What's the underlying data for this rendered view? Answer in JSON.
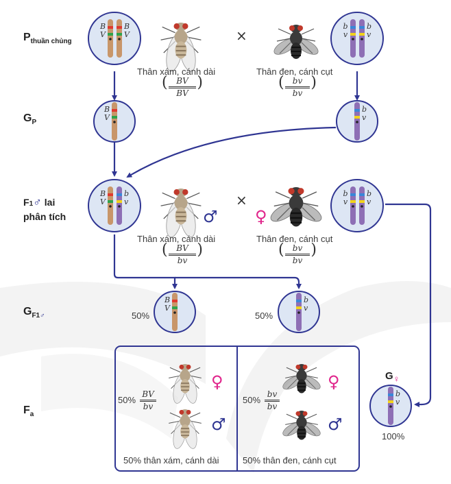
{
  "rows": {
    "p_label": "P",
    "p_sub": "thuần chủng",
    "gp_label": "G",
    "gp_sub": "P",
    "f1_label_a": "F",
    "f1_label_b": "1",
    "f1_label_c": " lai",
    "f1_label_d": "phân tích",
    "gf1_label": "G",
    "gf1_sub": "F1",
    "fa_label": "F",
    "fa_sub": "a"
  },
  "parents": {
    "left_caption": "Thân xám, cánh dài",
    "left_genotype_top": "BV",
    "left_genotype_bottom": "BV",
    "right_caption": "Thân đen, cánh cụt",
    "right_genotype_top": "bv",
    "right_genotype_bottom": "bv",
    "cross": "×"
  },
  "f1": {
    "left_caption": "Thân xám, cánh dài",
    "left_genotype_top": "BV",
    "left_genotype_bottom": "bv",
    "right_caption": "Thân đen, cánh cụt",
    "right_genotype_top": "bv",
    "right_genotype_bottom": "bv",
    "cross": "×",
    "male_symbol": "♂",
    "female_symbol": "♀"
  },
  "gametes": {
    "left_pct": "50%",
    "right_pct": "50%",
    "female_label": "G",
    "female_pct": "100%"
  },
  "fa": {
    "left_pct": "50%",
    "left_top": "BV",
    "left_bottom": "bv",
    "right_pct": "50%",
    "right_top": "bv",
    "right_bottom": "bv",
    "left_caption": "50% thân xám, cánh dài",
    "right_caption": "50% thân đen, cánh cụt"
  },
  "alleles": {
    "B": "B",
    "V": "V",
    "b": "b",
    "v": "v"
  },
  "colors": {
    "arrow": "#2f3592",
    "circle_fill": "#dde6f4",
    "circle_stroke": "#2f3592",
    "chrom_tan": "#c8966a",
    "chrom_purple": "#8e6fb5",
    "band_red": "#e03a2f",
    "band_green": "#2fa24a",
    "band_blue": "#3a86d8",
    "band_yellow": "#f2d21b",
    "male": "#2f3592",
    "female": "#e0248b",
    "watermark": "#f2f2f2"
  }
}
